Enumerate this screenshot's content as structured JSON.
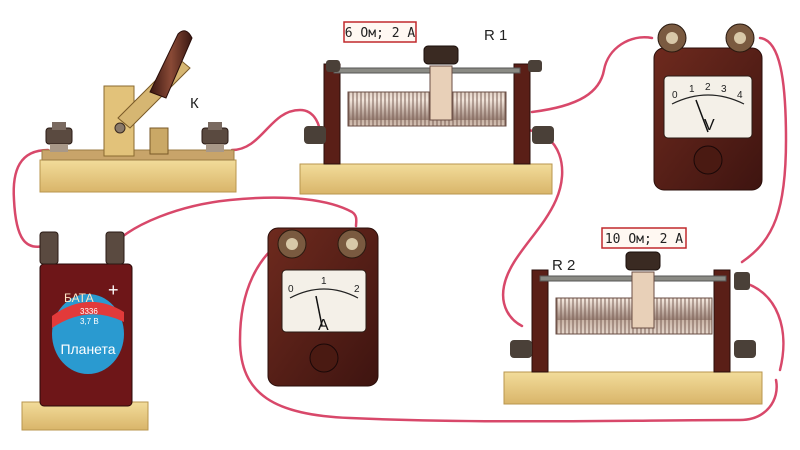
{
  "switch": {
    "label": "К"
  },
  "rheostat_r1": {
    "label": "R 1",
    "rating": "6 Ом; 2 А"
  },
  "rheostat_r2": {
    "label": "R 2",
    "rating": "10 Ом; 2 А"
  },
  "voltmeter": {
    "unit": "V",
    "scale": [
      "0",
      "1",
      "2",
      "3",
      "4"
    ]
  },
  "ammeter": {
    "unit": "А",
    "scale": [
      "0",
      "1",
      "2"
    ]
  },
  "battery": {
    "brand_top": "БАТА",
    "code_line1": "3336",
    "code_line2": "3,7 В",
    "brand_name": "Планета",
    "polarity": "+"
  },
  "colors": {
    "wire": "#d8486a",
    "wood": "#e8cc82",
    "meter_body": "#5a1f17",
    "battery_body": "#6e1618",
    "label_frame": "#c0282c"
  }
}
